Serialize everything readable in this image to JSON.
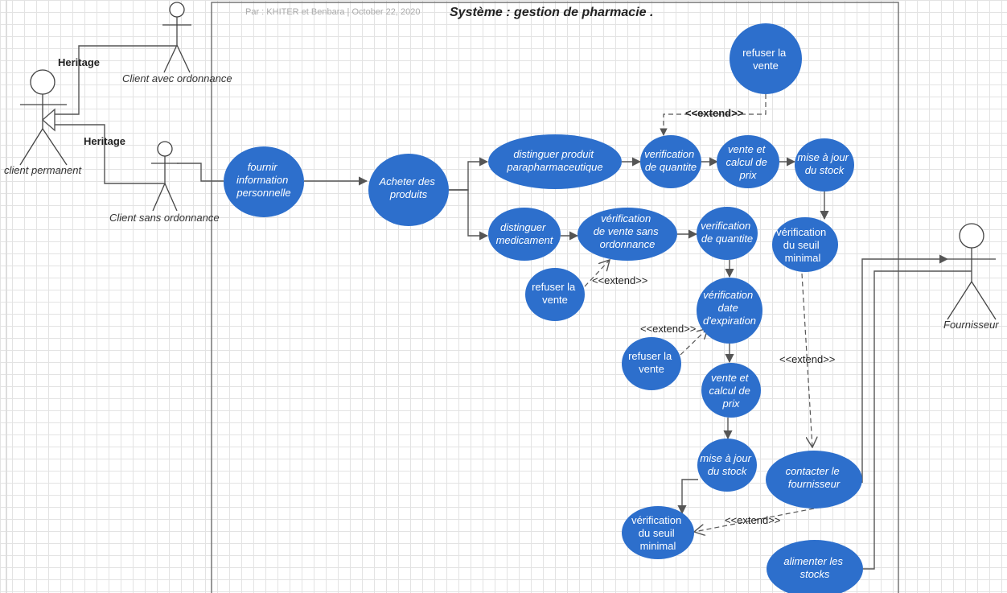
{
  "meta": "Par : KHITER et Benbara  |  October 22, 2020",
  "system_title": "Système : gestion de pharmacie .",
  "colors": {
    "usecase": "#2d6fcc",
    "line": "#555555",
    "grid": "#e3e3e3"
  },
  "actors": {
    "avec": "Client avec ordonnance",
    "permanent": "client permanent",
    "sans": "Client sans ordonnance",
    "fournisseur": "Fournisseur"
  },
  "relations": {
    "heritage": "Heritage",
    "extend": "<<extend>>"
  },
  "usecases": {
    "fournir": [
      "fournir",
      "information",
      "personnelle"
    ],
    "acheter": [
      "Acheter des",
      "produits"
    ],
    "distinguer_para": [
      "distinguer produit",
      "parapharmaceutique"
    ],
    "verif_qte_top": [
      "verification",
      "de quantite"
    ],
    "vente_top": [
      "vente et",
      "calcul de",
      "prix"
    ],
    "maj_top": [
      "mise à jour",
      "du stock"
    ],
    "refuser_top": [
      "refuser la",
      "vente"
    ],
    "seuil_top": [
      "vérification",
      "du seuil",
      "minimal"
    ],
    "distinguer_med": [
      "distinguer",
      "medicament"
    ],
    "verif_vente_sans": [
      "vérification",
      "de vente sans",
      "ordonnance"
    ],
    "verif_qte_mid": [
      "verification",
      "de quantite"
    ],
    "refuser_mid": [
      "refuser la",
      "vente"
    ],
    "verif_date": [
      "vérification",
      "date",
      "d'expiration"
    ],
    "refuser_low": [
      "refuser la",
      "vente"
    ],
    "vente_low": [
      "vente et",
      "calcul de",
      "prix"
    ],
    "maj_low": [
      "mise à jour",
      "du stock"
    ],
    "seuil_low": [
      "vérification",
      "du seuil",
      "minimal"
    ],
    "contacter": [
      "contacter le",
      "fournisseur"
    ],
    "alimenter": [
      "alimenter les",
      "stocks"
    ]
  }
}
